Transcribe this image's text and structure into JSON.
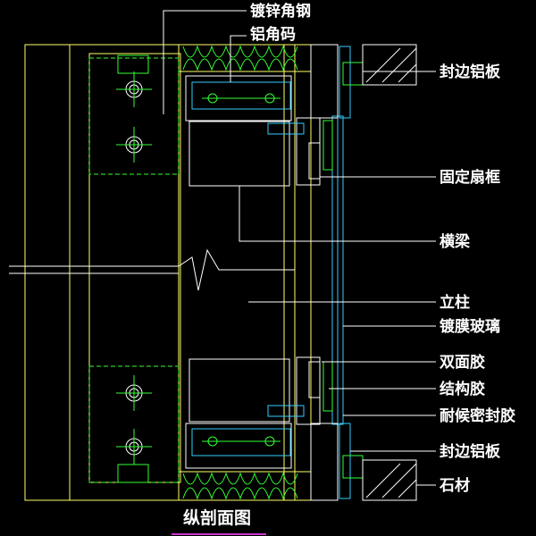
{
  "title": "纵剖面图",
  "labels": {
    "galvanized_angle": "镀锌角钢",
    "aluminum_bracket": "铝角码",
    "edge_panel_top": "封边铝板",
    "fixed_sash": "固定扇框",
    "transom": "横梁",
    "mullion": "立柱",
    "coated_glass": "镀膜玻璃",
    "double_sided_tape": "双面胶",
    "structural_sealant": "结构胶",
    "weather_sealant": "耐候密封胶",
    "edge_panel_bottom": "封边铝板",
    "stone": "石材"
  },
  "colors": {
    "background": "#000000",
    "steel": "#ffff66",
    "outline": "#ffffff",
    "bolts": "#33ff33",
    "glass": "#33ccff",
    "title_underline": "#cc33cc"
  }
}
